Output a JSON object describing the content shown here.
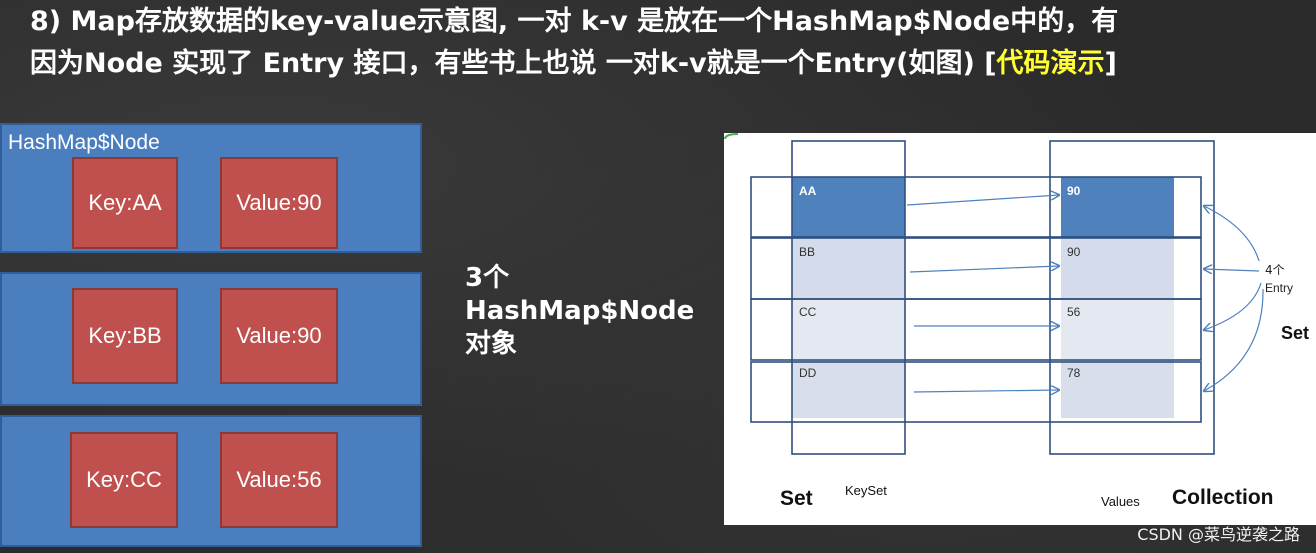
{
  "heading": {
    "line1": "8) Map存放数据的key-value示意图, 一对 k-v 是放在一个HashMap$Node中的，有",
    "line2_prefix": "因为Node 实现了  Entry 接口，有些书上也说 一对k-v就是一个Entry(如图) [",
    "line2_highlight": "代码演示",
    "line2_suffix": "]"
  },
  "nodes": [
    {
      "title": "HashMap$Node",
      "key": "Key:AA",
      "value": "Value:90"
    },
    {
      "title": "",
      "key": "Key:BB",
      "value": "Value:90"
    },
    {
      "title": "",
      "key": "Key:CC",
      "value": "Value:56"
    }
  ],
  "middle_label": {
    "line1": "3个",
    "line2": "HashMap$Node",
    "line3": "对象"
  },
  "diagram": {
    "keys": [
      "AA",
      "BB",
      "CC",
      "DD"
    ],
    "values": [
      "90",
      "90",
      "56",
      "78"
    ],
    "entry_label_line1": "4个",
    "entry_label_line2": "Entry",
    "set_right": "Set",
    "set_bottom": "Set",
    "keyset_label": "KeySet",
    "values_label": "Values",
    "collection_label": "Collection"
  },
  "watermark": "CSDN @菜鸟逆袭之路",
  "colors": {
    "node_blue": "#4a7ebf",
    "box_red": "#c0504d",
    "highlight_yellow": "#ffff33",
    "cell_blue": "#4f81bd",
    "cell_light": "#dbe0ec"
  }
}
